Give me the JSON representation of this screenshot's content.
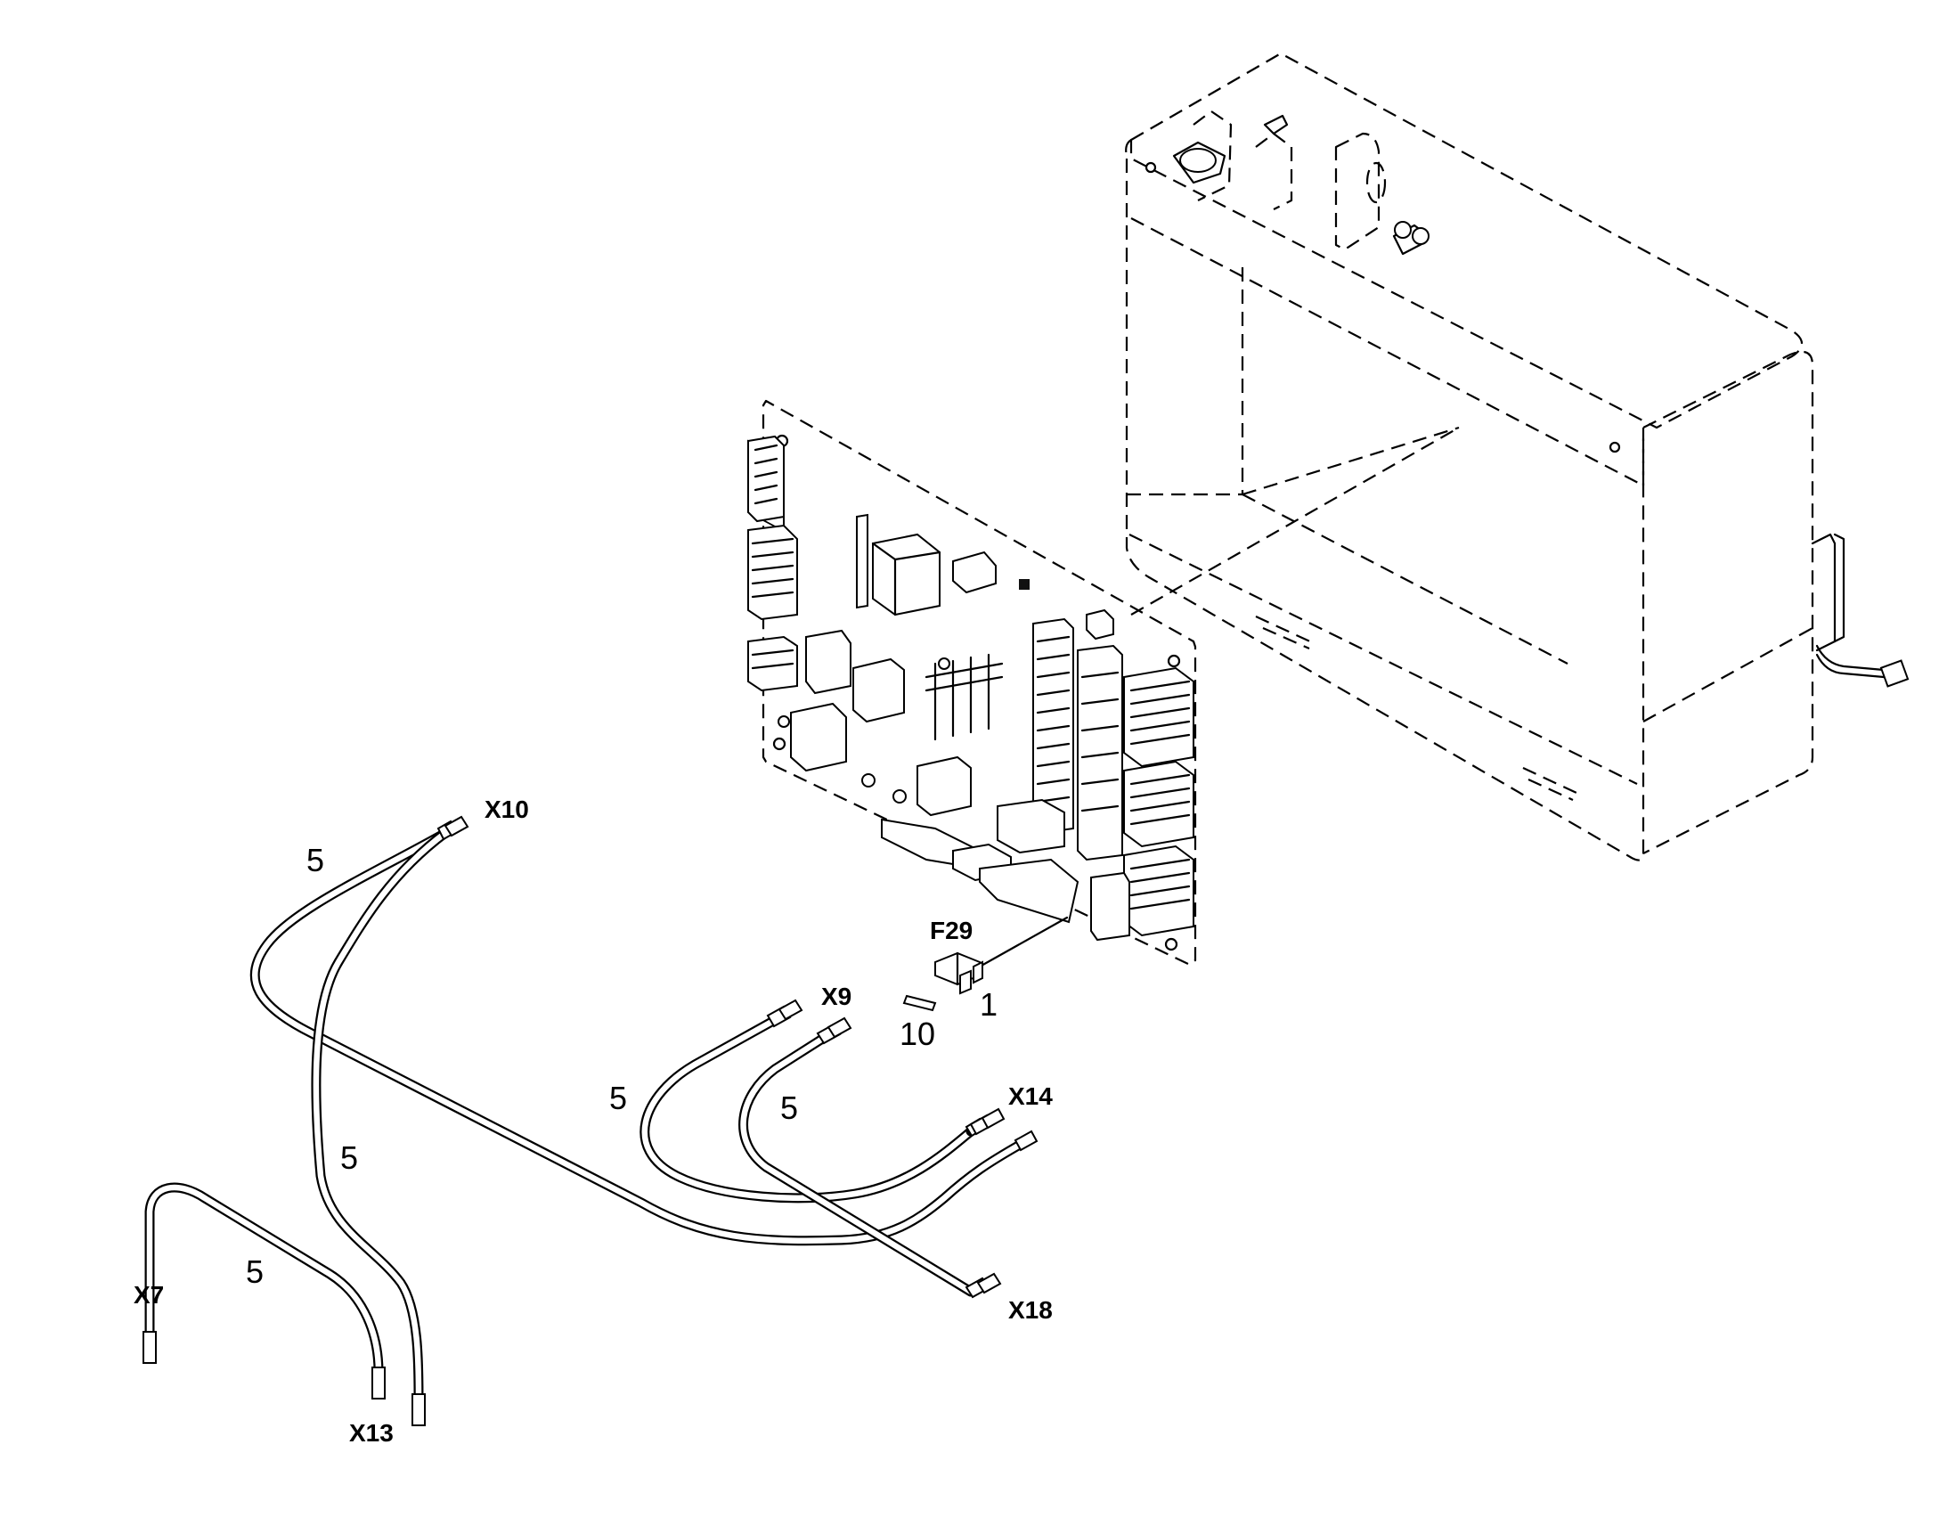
{
  "labels": {
    "connectors": {
      "x10": "X10",
      "x9": "X9",
      "x14": "X14",
      "x18": "X18",
      "x7": "X7",
      "x13": "X13"
    },
    "fuse": "F29",
    "item_numbers": {
      "fuse_item": "1",
      "label_item": "10",
      "cable_x10": "5",
      "cable_x13": "5",
      "cable_x7": "5",
      "cable_x9": "5",
      "cable_x18": "5"
    }
  }
}
